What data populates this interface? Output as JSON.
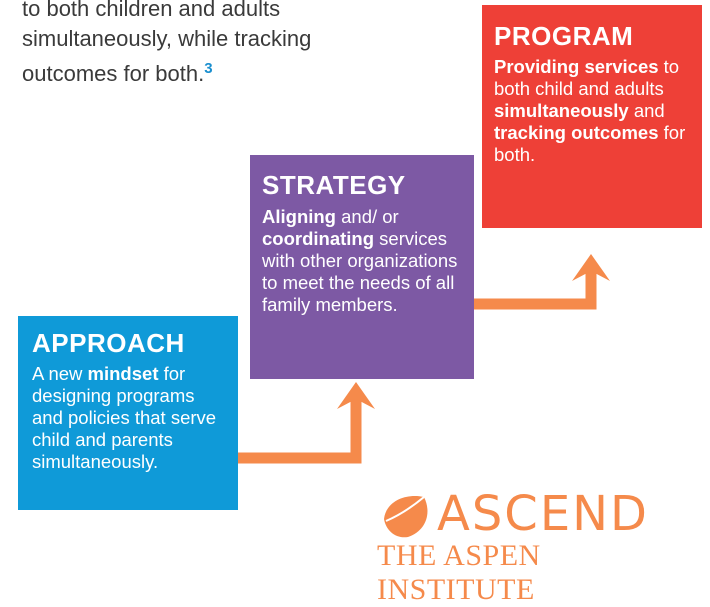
{
  "intro": {
    "lines": [
      "to both children and adults",
      "simultaneously, while tracking",
      "outcomes for both."
    ],
    "footnote": "3"
  },
  "approach": {
    "title": "APPROACH",
    "t1": "A new ",
    "b1": "mindset",
    "t2": " for designing programs and policies that serve child and parents simultaneously."
  },
  "strategy": {
    "title": "STRATEGY",
    "b1": "Aligning",
    "t1": " and/ or ",
    "b2": "coordinating",
    "t2": " services with other organizations to meet the needs of all family members."
  },
  "program": {
    "title": "PROGRAM",
    "b1": "Providing services",
    "t1": " to both child and adults ",
    "b2": "simultaneously",
    "t2": " and ",
    "b3": "tracking outcomes",
    "t3": " for both."
  },
  "logo": {
    "name": "ASCEND",
    "sub": "THE ASPEN INSTITUTE",
    "icon": "aspen-leaf-icon"
  },
  "colors": {
    "approach": "#0f9ad8",
    "strategy": "#7d59a4",
    "program": "#ee4037",
    "arrow": "#f58a4b",
    "logo": "#f58a4b"
  }
}
